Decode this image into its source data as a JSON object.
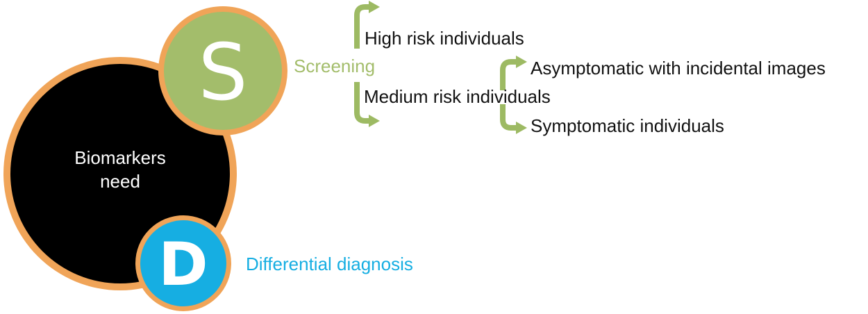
{
  "diagram": {
    "center_label_line1": "Biomarkers",
    "center_label_line2": "need",
    "screening_letter": "S",
    "screening_label": "Screening",
    "diagnosis_letter": "D",
    "diagnosis_label": "Differential diagnosis",
    "branch_high_risk": "High risk individuals",
    "branch_medium_risk": "Medium risk individuals",
    "sub_asymptomatic": "Asymptomatic with incidental images",
    "sub_symptomatic": "Symptomatic individuals"
  },
  "colors": {
    "ring_orange": "#F0A458",
    "core_black": "#000000",
    "screening_green": "#A3BD6B",
    "arrow_green": "#9DBA63",
    "diagnosis_blue": "#16AEE2",
    "text_dark": "#111111",
    "text_white": "#ffffff"
  },
  "icons": {
    "branch_arrow_up": "curved-arrow-up-right-icon",
    "branch_arrow_down": "curved-arrow-down-right-icon"
  }
}
